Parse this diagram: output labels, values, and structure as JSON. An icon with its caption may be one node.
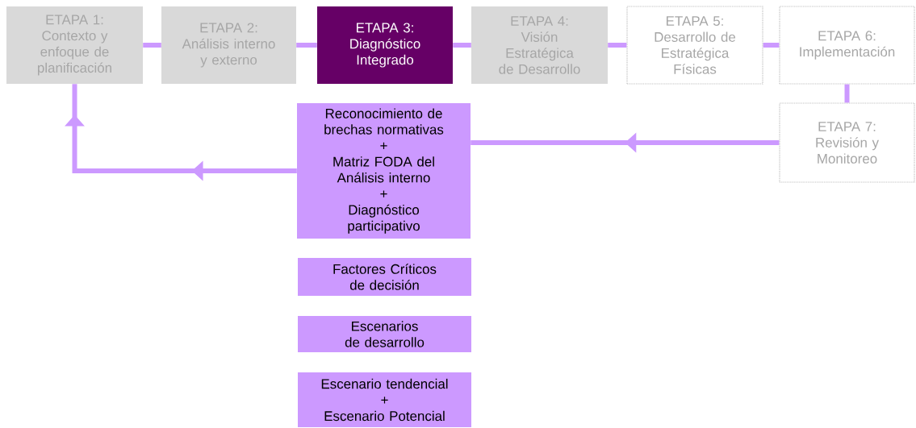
{
  "diagram": {
    "nodes": [
      {
        "text": [
          "ETAPA 1:",
          "Contexto y enfoque de planificación"
        ]
      },
      {
        "text": [
          "ETAPA 2:",
          "Análisis interno y externo"
        ]
      },
      {
        "text": [
          "ETAPA 3:",
          "Diagnóstico Integrado"
        ]
      },
      {
        "text": [
          "ETAPA 4:",
          "Visión Estratégica de Desarrollo"
        ]
      },
      {
        "text": [
          "ETAPA 5:",
          "Desarrollo de Estratégica Físicas"
        ]
      },
      {
        "text": [
          "ETAPA 6:",
          "Implementación"
        ]
      },
      {
        "text": [
          "ETAPA 7:",
          "Revisión y Monitoreo"
        ]
      },
      {
        "text": [
          "Reconocimiento de brechas normativas",
          "+",
          "Matriz FODA del Análisis interno",
          "+",
          "Diagnóstico participativo"
        ]
      },
      {
        "text": [
          "Factores Críticos de decisión"
        ]
      },
      {
        "text": [
          "Escenarios de desarrollo"
        ]
      },
      {
        "text": [
          "Escenario tendencial",
          "+",
          "Escenario Potencial"
        ]
      }
    ],
    "edges": [
      {
        "from": 0,
        "to": 1,
        "arrow": "none"
      },
      {
        "from": 1,
        "to": 2,
        "arrow": "none"
      },
      {
        "from": 2,
        "to": 3,
        "arrow": "none"
      },
      {
        "from": 3,
        "to": 4,
        "arrow": "none"
      },
      {
        "from": 4,
        "to": 5,
        "arrow": "none"
      },
      {
        "from": 5,
        "to": 6,
        "arrow": "none"
      },
      {
        "from": 6,
        "to": 7,
        "arrow": "to"
      },
      {
        "from": 7,
        "to": 0,
        "arrow": "to"
      }
    ]
  }
}
